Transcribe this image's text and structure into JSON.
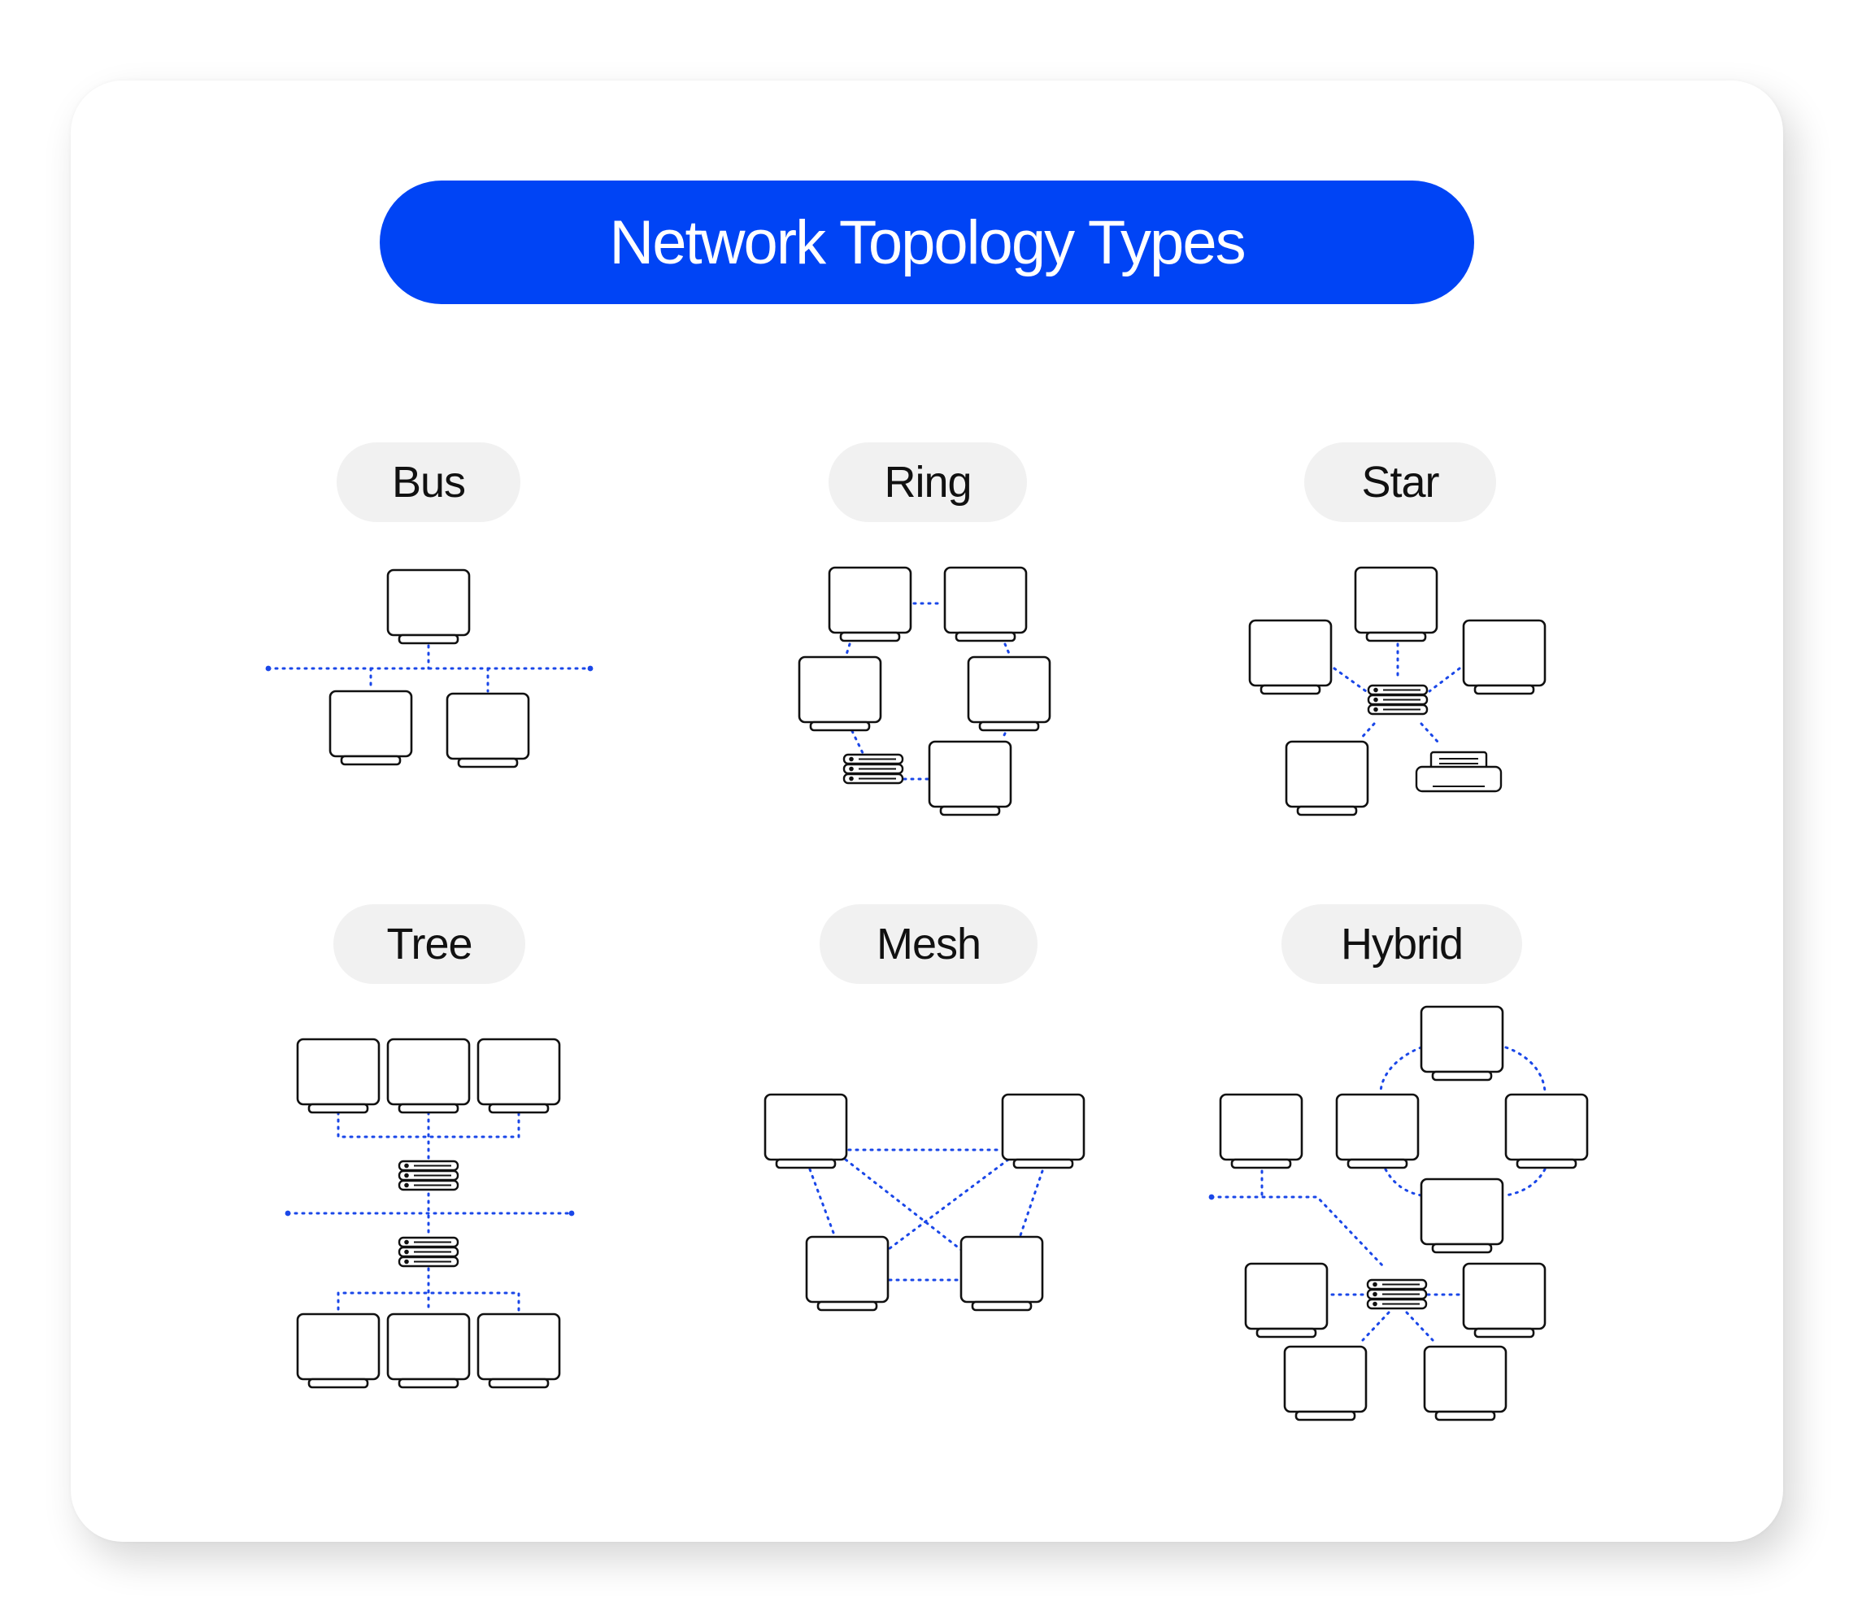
{
  "title": "Network Topology Types",
  "topologies": {
    "bus": "Bus",
    "ring": "Ring",
    "star": "Star",
    "tree": "Tree",
    "mesh": "Mesh",
    "hybrid": "Hybrid"
  },
  "colors": {
    "accent": "#0044f5",
    "link": "#1a47e8",
    "label_background": "#f1f1f1",
    "outline": "#111111"
  },
  "icons": {
    "computer": "monitor-icon",
    "server": "server-icon",
    "printer": "printer-icon"
  }
}
